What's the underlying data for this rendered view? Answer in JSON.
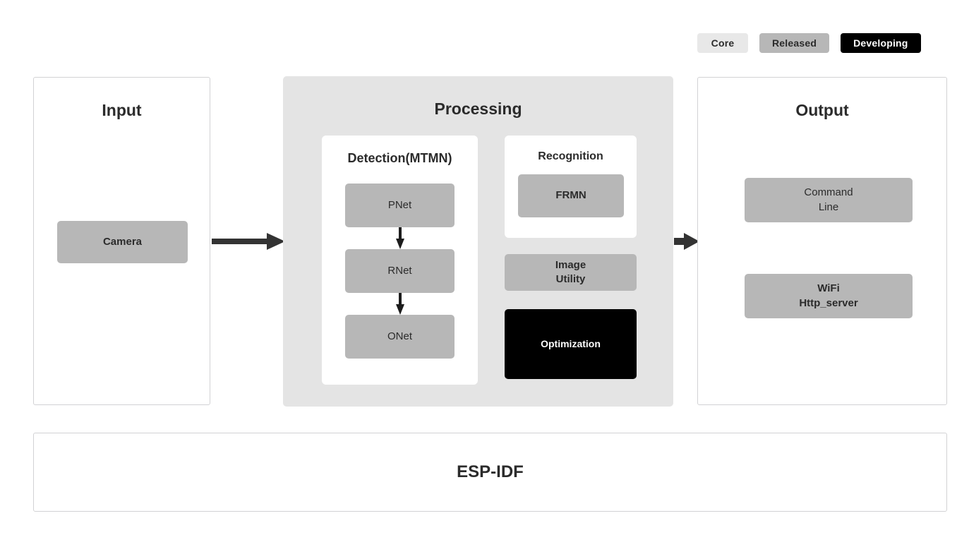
{
  "legend": {
    "items": [
      {
        "label": "Core",
        "style": "core",
        "color": "#e8e8e8"
      },
      {
        "label": "Released",
        "style": "released",
        "color": "#b7b7b7"
      },
      {
        "label": "Developing",
        "style": "developing",
        "color": "#000000"
      }
    ]
  },
  "input": {
    "title": "Input",
    "blocks": [
      {
        "label": "Camera",
        "style": "released"
      }
    ]
  },
  "processing": {
    "title": "Processing",
    "detection": {
      "title": "Detection(MTMN)",
      "stages": [
        {
          "label": "PNet",
          "style": "released"
        },
        {
          "label": "RNet",
          "style": "released"
        },
        {
          "label": "ONet",
          "style": "released"
        }
      ]
    },
    "recognition": {
      "title": "Recognition",
      "blocks": [
        {
          "label": "FRMN",
          "style": "released"
        }
      ]
    },
    "extras": [
      {
        "label": "Image\nUtility",
        "style": "released"
      },
      {
        "label": "Optimization",
        "style": "developing"
      }
    ]
  },
  "output": {
    "title": "Output",
    "blocks": [
      {
        "label": "Command\nLine",
        "style": "released"
      },
      {
        "label": "WiFi\nHttp_server",
        "style": "released"
      }
    ]
  },
  "footer": {
    "label": "ESP-IDF"
  },
  "colors": {
    "core": "#e8e8e8",
    "released": "#b7b7b7",
    "developing": "#000000",
    "panel_background": "#e4e4e4",
    "panel_border": "#d2d2d4",
    "text": "#2b2b2b",
    "arrow": "#333333"
  }
}
